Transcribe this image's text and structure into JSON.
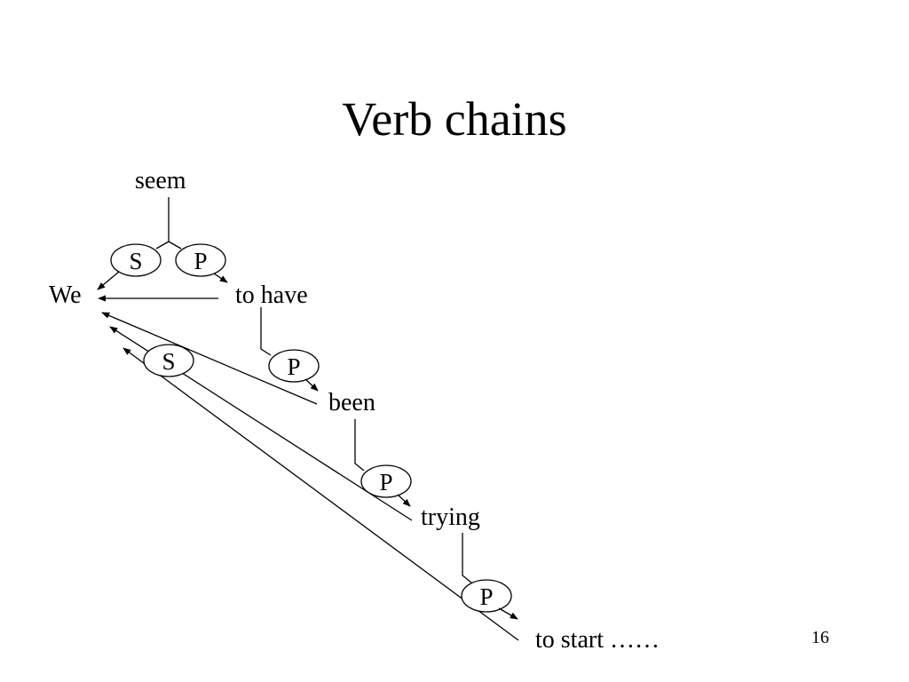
{
  "slide": {
    "title": "Verb chains",
    "page_number": "16"
  },
  "diagram": {
    "words": {
      "seem": "seem",
      "we": "We",
      "to_have": "to have",
      "been": "been",
      "trying": "trying",
      "to_start": "to start ……"
    },
    "relations": {
      "subject": "S",
      "predicate": "P"
    }
  }
}
